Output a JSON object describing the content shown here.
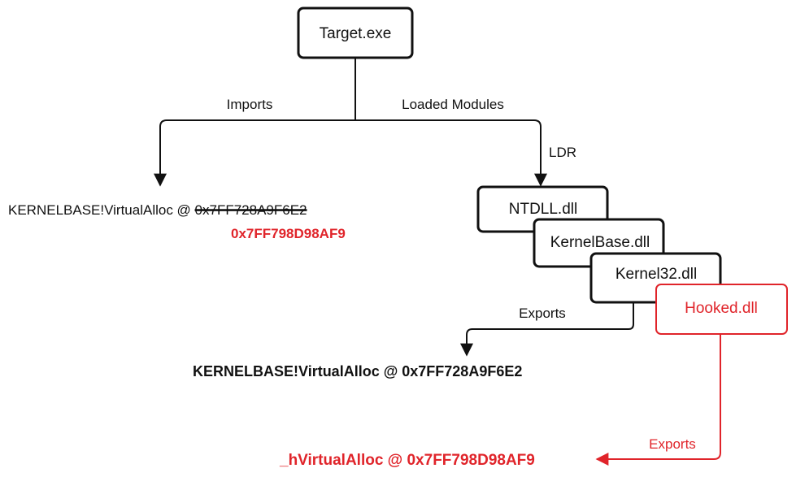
{
  "colors": {
    "line": "#111111",
    "hook": "#e0242a"
  },
  "nodes": {
    "target": "Target.exe",
    "ntdll": "NTDLL.dll",
    "kernelbase": "KernelBase.dll",
    "kernel32": "Kernel32.dll",
    "hooked": "Hooked.dll"
  },
  "edges": {
    "imports": "Imports",
    "loaded_modules": "Loaded Modules",
    "ldr": "LDR",
    "exports": "Exports",
    "hook_exports": "Exports"
  },
  "import_entry": {
    "symbol": "KERNELBASE!VirtualAlloc @ ",
    "original_address": "0x7FF728A9F6E2",
    "patched_address": "0x7FF798D98AF9"
  },
  "export_entry": {
    "symbol": "KERNELBASE!VirtualAlloc @ ",
    "address": "0x7FF728A9F6E2"
  },
  "hook_entry": {
    "symbol": "_hVirtualAlloc @ 0x7FF798D98AF9"
  }
}
